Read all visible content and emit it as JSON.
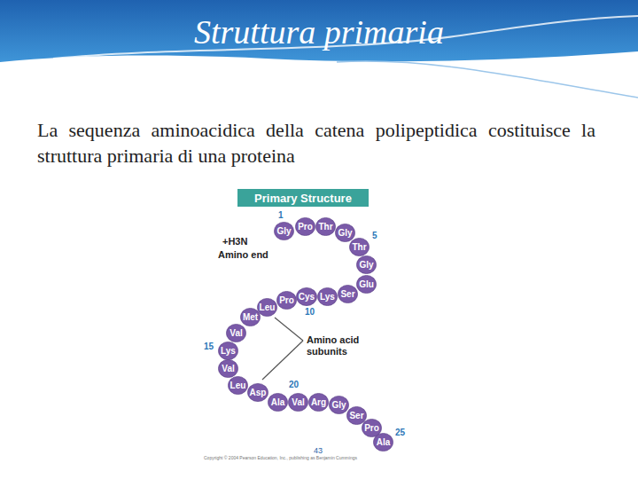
{
  "diagram": {
    "title": "Struttura primaria",
    "nodes": [
      {
        "text": [
          "Primary Structure"
        ]
      },
      {
        "text": [
          "Gly"
        ]
      },
      {
        "text": [
          "Pro"
        ]
      },
      {
        "text": [
          "Thr"
        ]
      },
      {
        "text": [
          "Gly"
        ]
      },
      {
        "text": [
          "Thr"
        ]
      },
      {
        "text": [
          "Gly"
        ]
      },
      {
        "text": [
          "Glu"
        ]
      },
      {
        "text": [
          "Ser"
        ]
      },
      {
        "text": [
          "Lys"
        ]
      },
      {
        "text": [
          "Cys"
        ]
      },
      {
        "text": [
          "Pro"
        ]
      },
      {
        "text": [
          "Leu"
        ]
      },
      {
        "text": [
          "Met"
        ]
      },
      {
        "text": [
          "Val"
        ]
      },
      {
        "text": [
          "Lys"
        ]
      },
      {
        "text": [
          "Val"
        ]
      },
      {
        "text": [
          "Leu"
        ]
      },
      {
        "text": [
          "Asp"
        ]
      },
      {
        "text": [
          "Ala"
        ]
      },
      {
        "text": [
          "Val"
        ]
      },
      {
        "text": [
          "Arg"
        ]
      },
      {
        "text": [
          "Gly"
        ]
      },
      {
        "text": [
          "Ser"
        ]
      },
      {
        "text": [
          "Pro"
        ]
      },
      {
        "text": [
          "Ala"
        ]
      }
    ],
    "labels": [
      "La sequenza aminoacidica della catena polipeptidica costituisce la struttura primaria di una proteina",
      "1",
      "+H3N",
      "Amino end",
      "5",
      "10",
      "15",
      "Amino acid subunits",
      "20",
      "25",
      "43",
      "Copyright © 2004 Pearson Education, Inc., publishing as Benjamin Cummings"
    ]
  }
}
